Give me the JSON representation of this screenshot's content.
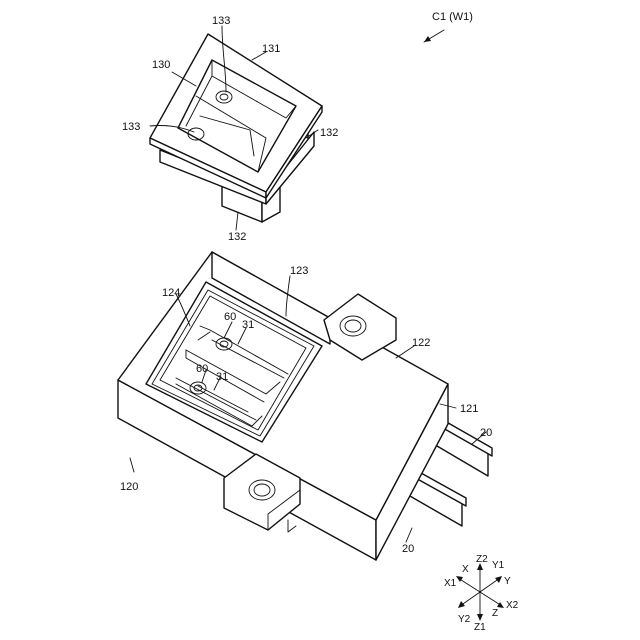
{
  "figure": {
    "view_label": "C1 (W1)",
    "labels": {
      "l133_top": "133",
      "l131": "131",
      "l130": "130",
      "l133_left": "133",
      "l132_right": "132",
      "l132_bottom": "132",
      "l123": "123",
      "l124": "124",
      "l60_upper": "60",
      "l31_upper": "31",
      "l60_lower": "60",
      "l31_lower": "31",
      "l122": "122",
      "l121": "121",
      "l20_upper": "20",
      "l120": "120",
      "l20_lower": "20"
    },
    "axes": {
      "X": "X",
      "Z2": "Z2",
      "Y1": "Y1",
      "X1": "X1",
      "Y": "Y",
      "X2": "X2",
      "Z": "Z",
      "Y2": "Y2",
      "Z1": "Z1"
    }
  }
}
